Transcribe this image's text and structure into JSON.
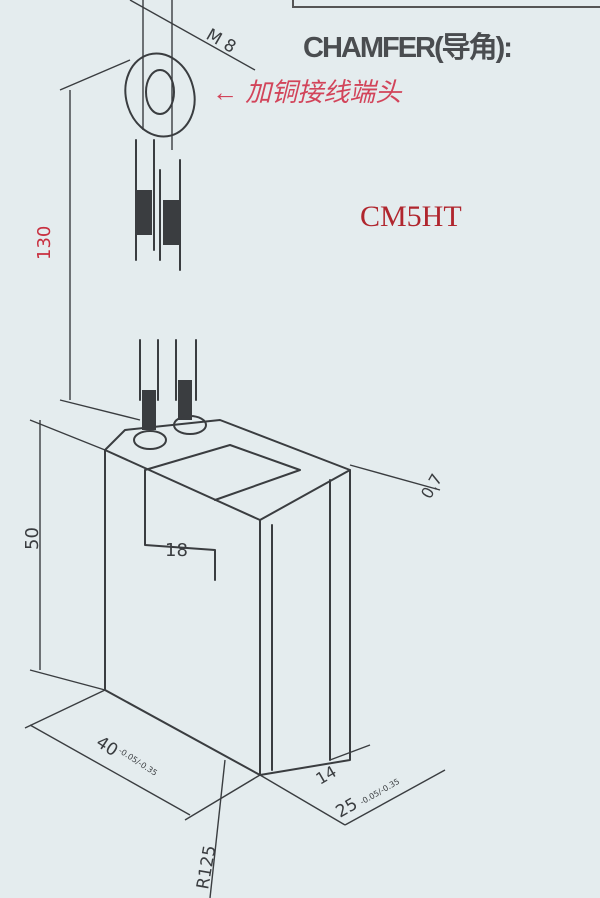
{
  "header": {
    "chamfer_label": "CHAMFER(导角):"
  },
  "model": {
    "code": "CM5HT"
  },
  "annotation": {
    "terminal_note": "← 加铜接线端头"
  },
  "dimensions": {
    "thread": "M 8",
    "lead_length": "130",
    "height": "50",
    "slot_width": "18",
    "chamfer": "0.7",
    "length": "40",
    "length_tolerance": "-0.05/-0.35",
    "width": "25",
    "width_tolerance": "-0.05/-0.35",
    "rib": "14",
    "radius": "R125"
  }
}
